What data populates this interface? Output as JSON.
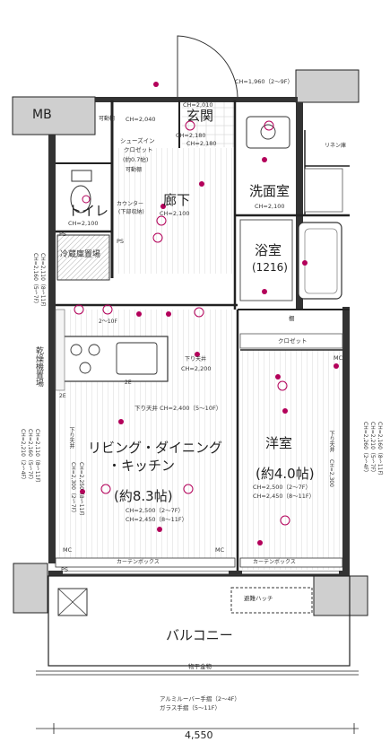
{
  "rooms": {
    "mb": "MB",
    "genkan": "玄関",
    "rouka": "廊下",
    "toilet": "トイレ",
    "senmen": "洗面室",
    "yokushitsu": "浴室",
    "yokushitsu_size": "(1216)",
    "ldk_line1": "リビング・ダイニング",
    "ldk_line2": "・キッチン",
    "ldk_size": "(約8.3帖)",
    "youshitsu": "洋室",
    "youshitsu_size": "(約4.0帖)",
    "balcony": "バルコニー",
    "kansou": "乾燥機置場",
    "reizouko": "冷蔵庫置場"
  },
  "labels": {
    "ch_top": "CH=1,960（2～9F）",
    "ch_genkan": "CH=2,010",
    "ch_shoes": "CH=2,040",
    "ch_genkan2a": "CH=2,180",
    "ch_genkan2b": "CH=2,180",
    "shoes_closet": "シューズイン",
    "shoes_closet2": "クロゼット",
    "shoes_closet3": "(約0.7帖)",
    "kadou_dana": "可動棚",
    "kadou_dana2": "可動棚",
    "counter": "カウンター",
    "counter2": "(下部収納)",
    "ch_rouka": "CH=2,100",
    "ch_toilet": "CH=2,100",
    "ch_senmen": "CH=2,100",
    "linen": "リネン庫",
    "ps1": "PS",
    "ps2": "PS",
    "ch_left_a": "CH=2,160（5～7F）",
    "ch_left_b": "CH=2,110（8～11F）",
    "kitchen_ceiling": "下り天井",
    "ch_kitchen": "CH=2,200",
    "ch_ldk_line": "下り天井 CH=2,400（5～10F）",
    "ch_ldk_left_a": "CH=2,210（2～4F）",
    "ch_ldk_left_b": "CH=2,160（5～7F）",
    "ch_ldk_left_c": "CH=2,110（8～11F）",
    "ldk_down_ceiling": "下り天井",
    "ch_ldk_in_a": "CH=2,300（2～7F）",
    "ch_ldk_in_b": "CH=2,250（8～11F）",
    "ch_ldk_main_a": "CH=2,500（2～7F）",
    "ch_ldk_main_b": "CH=2,450（8～11F）",
    "ch_you_main_a": "CH=2,500（2～7F）",
    "ch_you_main_b": "CH=2,450（8～11F）",
    "you_down_ceiling": "下り天井",
    "ch_you_right": "CH=2,300",
    "ch_right_a": "CH=2,260（2～4F）",
    "ch_right_b": "CH=2,210（5～7F）",
    "ch_right_c": "CH=2,160（8～11F）",
    "tana": "棚",
    "closet": "クロゼット",
    "mc1": "MC",
    "mc2": "MC",
    "mc3": "MC",
    "curtain1": "カーテンボックス",
    "curtain2": "カーテンボックス",
    "ps_bottom": "PS",
    "hinan": "避難ハッチ",
    "monohoshi": "物干金物",
    "railing1": "アルミルーバー手摺（2～4F）",
    "railing2": "ガラス手摺（5～11F）",
    "dimension": "4,550",
    "ie": "2E",
    "ie2": "2E",
    "tv": "2～10F"
  }
}
